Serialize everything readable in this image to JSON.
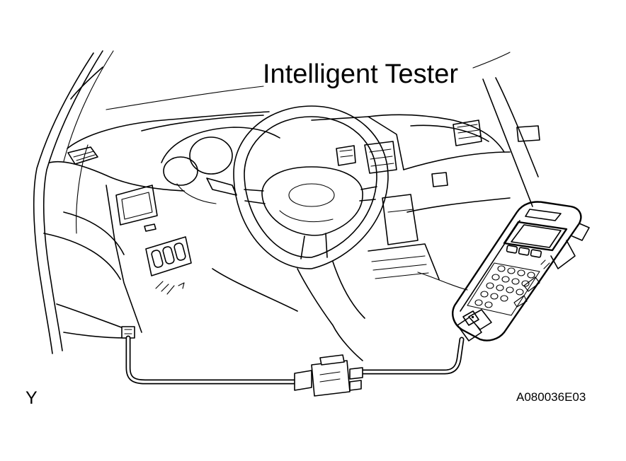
{
  "labels": {
    "callout": "Intelligent Tester",
    "view_letter": "Y",
    "figure_code": "A080036E03"
  },
  "colors": {
    "line": "#000000",
    "background": "#ffffff"
  }
}
